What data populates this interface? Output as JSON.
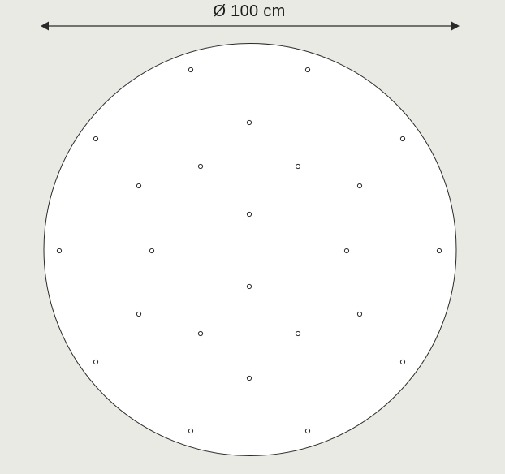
{
  "dimension": {
    "label": "Ø 100 cm",
    "arrow_icon": "double-arrow-icon"
  },
  "colors": {
    "background": "#eaeae5",
    "panel_fill": "#ffffff",
    "line": "#2a2a2a",
    "hole_stroke": "#2a2a2a"
  },
  "panel": {
    "shape": "circle",
    "hole_count": 24
  }
}
